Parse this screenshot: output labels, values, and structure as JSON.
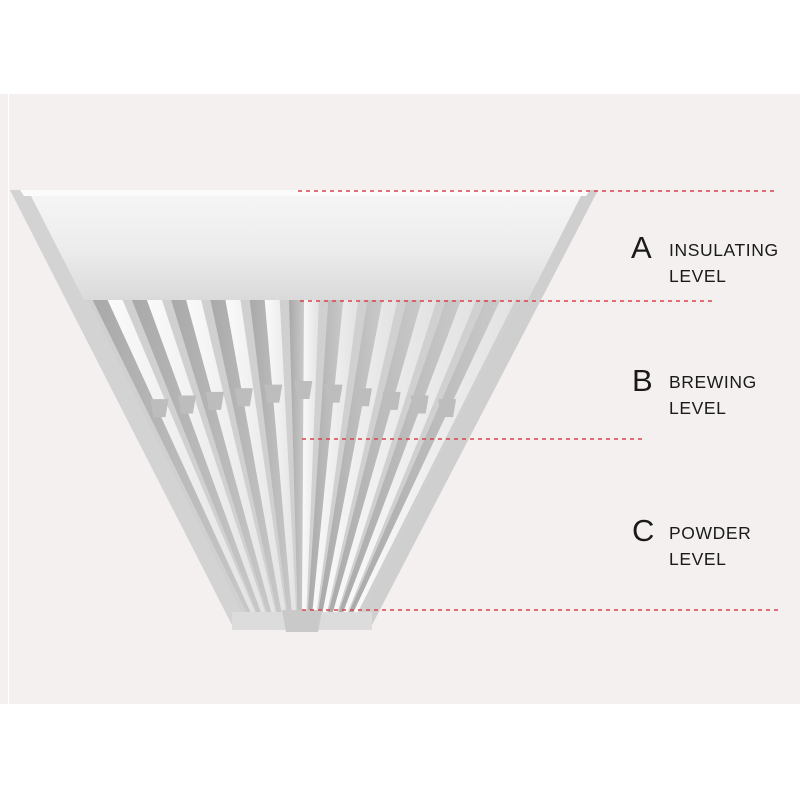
{
  "levels": [
    {
      "letter": "A",
      "line1": "INSULATING",
      "line2": "LEVEL"
    },
    {
      "letter": "B",
      "line1": "BREWING",
      "line2": "LEVEL"
    },
    {
      "letter": "C",
      "line1": "POWDER",
      "line2": "LEVEL"
    }
  ],
  "colors": {
    "background": "#f5f0f0",
    "dashed_line": "#d9434b",
    "dripper_light": "#f7f7f7",
    "dripper_shadow": "#b8b8b8"
  }
}
